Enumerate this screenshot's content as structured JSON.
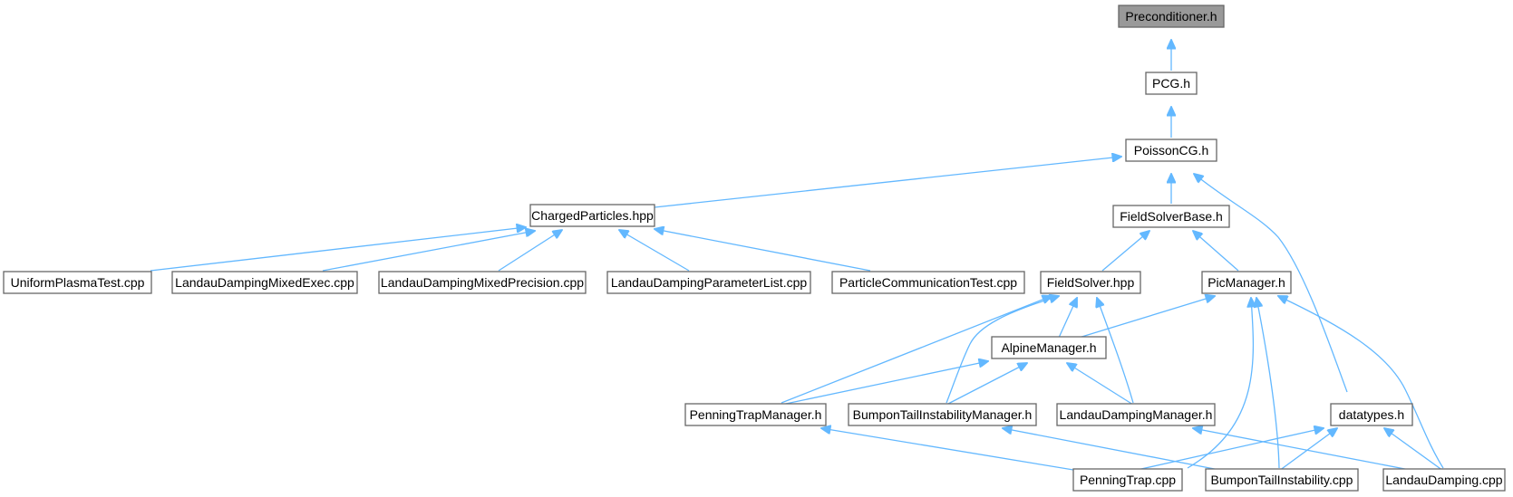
{
  "nodes": {
    "preconditioner": "Preconditioner.h",
    "pcg": "PCG.h",
    "poissoncg": "PoissonCG.h",
    "chargedparticles": "ChargedParticles.hpp",
    "fieldsolverbase": "FieldSolverBase.h",
    "uniformplasmatest": "UniformPlasmaTest.cpp",
    "landaumixedexec": "LandauDampingMixedExec.cpp",
    "landaumixedprecision": "LandauDampingMixedPrecision.cpp",
    "landauparameterlist": "LandauDampingParameterList.cpp",
    "particlecommunicationtest": "ParticleCommunicationTest.cpp",
    "fieldsolver": "FieldSolver.hpp",
    "picmanager": "PicManager.h",
    "alpinemanager": "AlpineManager.h",
    "penningtrapmanager": "PenningTrapManager.h",
    "bumpontailmanager": "BumponTailInstabilityManager.h",
    "landaudampingmanager": "LandauDampingManager.h",
    "datatypes": "datatypes.h",
    "penningtrap": "PenningTrap.cpp",
    "bumpontail": "BumponTailInstability.cpp",
    "landaudamping": "LandauDamping.cpp"
  },
  "colors": {
    "edge": "#63b8ff",
    "root_fill": "#999999",
    "node_border": "#666666"
  }
}
